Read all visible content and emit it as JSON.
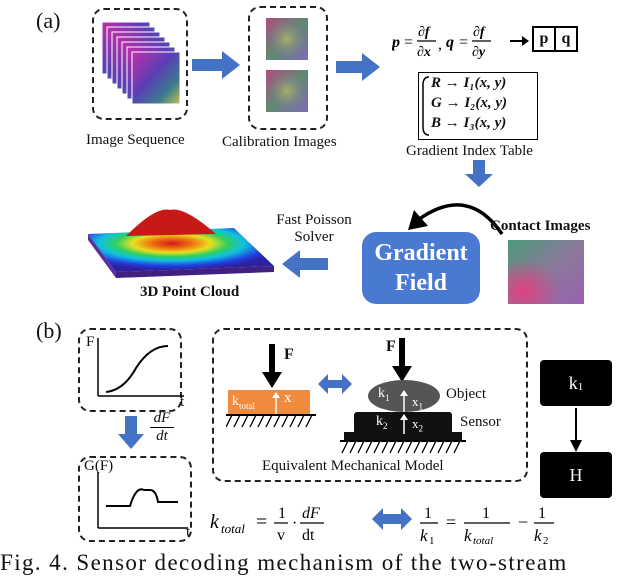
{
  "panel_a": {
    "label": "(a)",
    "image_sequence_caption": "Image Sequence",
    "calibration_caption": "Calibration Images",
    "gradient_formula_p": "p = ∂f/∂x",
    "gradient_formula_q": "q = ∂f/∂y",
    "pq_box_p": "p",
    "pq_box_q": "q",
    "mapping_r": "R → I₁(x, y)",
    "mapping_g": "G → I₂(x, y)",
    "mapping_b": "B → I₃(x, y)",
    "gradient_index_caption": "Gradient Index Table",
    "gradient_field_line1": "Gradient",
    "gradient_field_line2": "Field",
    "contact_images_caption": "Contact Images",
    "fast_poisson_line1": "Fast Poisson",
    "fast_poisson_line2": "Solver",
    "point_cloud_caption": "3D Point Cloud"
  },
  "panel_b": {
    "label": "(b)",
    "plot1_y": "F",
    "plot1_x": "t",
    "derivative_num": "dF",
    "derivative_den": "dt",
    "plot2_y": "G(F)",
    "plot2_x": "t",
    "force_label_left": "F",
    "force_label_right": "F",
    "k_total_label": "k",
    "k_total_sub": "total",
    "x_label": "x",
    "k1_label": "k",
    "k1_sub": "1",
    "x1_label": "x",
    "x1_sub": "1",
    "object_label": "Object",
    "k2_label": "k",
    "k2_sub": "2",
    "x2_label": "x",
    "x2_sub": "2",
    "sensor_label": "Sensor",
    "model_caption": "Equivalent Mechanical Model",
    "box_k1": "k",
    "box_k1_sub": "1",
    "box_h": "H",
    "formula_left_k": "k",
    "formula_left_sub": "total",
    "formula_eq": "=",
    "formula_frac1_num": "1",
    "formula_frac1_den": "v",
    "formula_dot": "·",
    "formula_frac2_num": "dF",
    "formula_frac2_den": "dt",
    "formula_right": "1/k₁ = 1/k_total − 1/k₂"
  },
  "caption": "Fig.  4.  Sensor  decoding  mechanism  of  the  two-stream",
  "colors": {
    "arrow_blue": "#4472c4",
    "gradient_field": "#4a79d1",
    "black": "#000000"
  }
}
